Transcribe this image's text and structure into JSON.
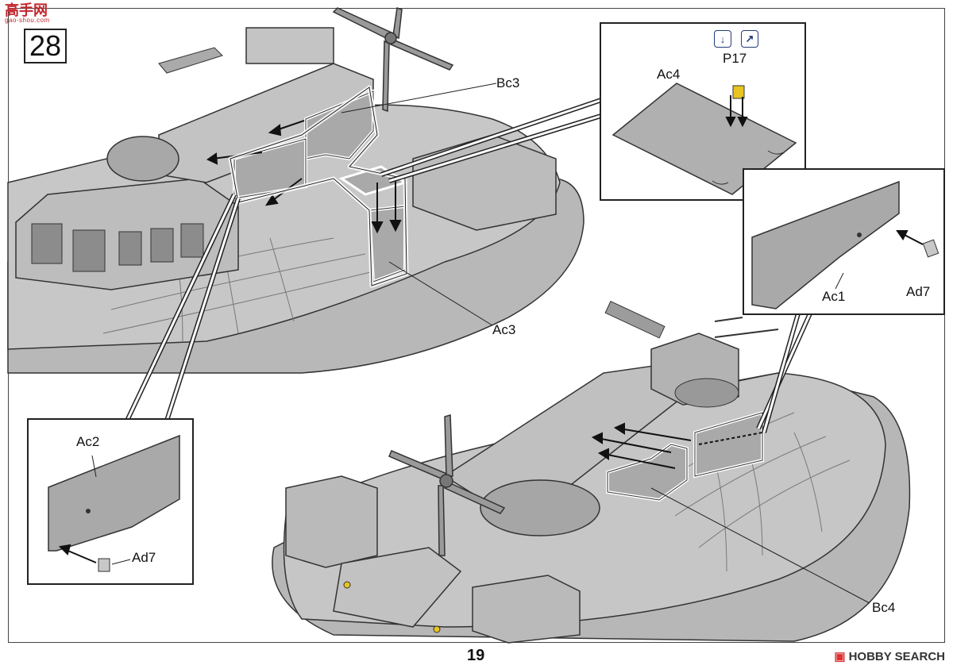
{
  "page": {
    "step_number": "28",
    "page_number": "19",
    "watermark": {
      "top_left": "高手网",
      "top_left_url": "gao-shou.com",
      "bottom_right": "HOBBY SEARCH"
    }
  },
  "labels": {
    "bc3": "Bc3",
    "bc4": "Bc4",
    "ac1": "Ac1",
    "ac2": "Ac2",
    "ac3": "Ac3",
    "ac4": "Ac4",
    "ad7_right": "Ad7",
    "ad7_left": "Ad7",
    "p17": "P17"
  },
  "icons": {
    "glue": "glue-drop-icon",
    "paint": "brush-icon"
  },
  "colors": {
    "part_grey": "#a9a9a9",
    "hull_grey": "#b5b5b5",
    "outline": "#222222",
    "yellow_part": "#e8c420",
    "brand_red": "#c2272d"
  }
}
